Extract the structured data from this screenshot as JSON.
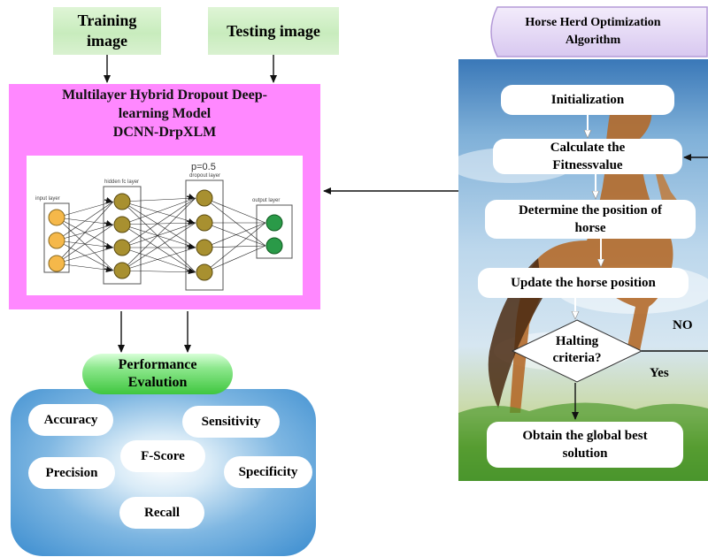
{
  "inputs": {
    "training": "Training image",
    "testing": "Testing image"
  },
  "model": {
    "title_line1": "Multilayer Hybrid Dropout Deep-",
    "title_line2": "learning Model",
    "title_line3": "DCNN-DrpXLM",
    "nn": {
      "input_label": "input layer",
      "hidden_label": "hidden fc layer",
      "dropout_label": "dropout layer",
      "output_label": "output layer",
      "p_label": "p=0.5"
    }
  },
  "performance": {
    "title_line1": "Performance",
    "title_line2": "Evalution",
    "metrics": {
      "accuracy": "Accuracy",
      "sensitivity": "Sensitivity",
      "fscore": "F-Score",
      "precision": "Precision",
      "specificity": "Specificity",
      "recall": "Recall"
    }
  },
  "hho": {
    "title_line1": "Horse Herd Optimization",
    "title_line2": "Algorithm",
    "steps": {
      "init": "Initialization",
      "fitness_line1": "Calculate the",
      "fitness_line2": "Fitnessvalue",
      "determine_line1": "Determine the position of",
      "determine_line2": "horse",
      "update": "Update the horse position",
      "halting_line1": "Halting",
      "halting_line2": "criteria?",
      "result_line1": "Obtain the global best",
      "result_line2": "solution"
    },
    "no_label": "NO",
    "yes_label": "Yes"
  },
  "colors": {
    "model_fill": "#ff88ff",
    "node_input": "#f5b84a",
    "node_hidden": "#a89030",
    "node_output": "#2a9a48"
  }
}
